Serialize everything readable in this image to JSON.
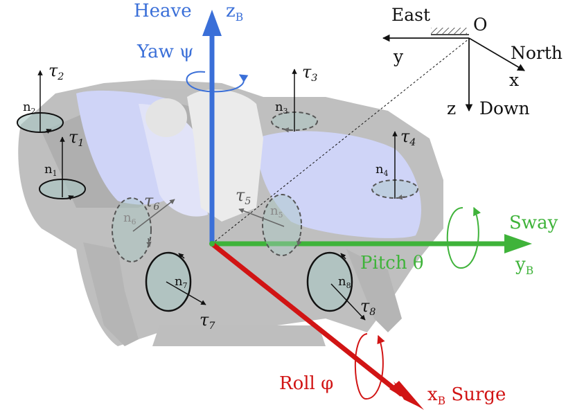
{
  "colors": {
    "heave": "#3a6fd8",
    "sway": "#3fb33a",
    "surge": "#d11414",
    "black": "#111111",
    "body_gray": "#9a9a9a",
    "pontoon_blue": "#a9b2f2",
    "thruster_fill": "#a9c7c3"
  },
  "axes": {
    "heave": {
      "label": "Heave",
      "axis": "z",
      "axis_sub": "B"
    },
    "yaw": {
      "label": "Yaw",
      "symbol": "ψ"
    },
    "sway": {
      "label": "Sway",
      "axis": "y",
      "axis_sub": "B"
    },
    "pitch": {
      "label": "Pitch",
      "symbol": "θ"
    },
    "surge": {
      "label": "Surge",
      "axis": "x",
      "axis_sub": "B"
    },
    "roll": {
      "label": "Roll",
      "symbol": "φ"
    }
  },
  "inertial_frame": {
    "origin": "O",
    "east": "East",
    "north": "North",
    "down": "Down",
    "x": "x",
    "y": "y",
    "z": "z"
  },
  "thrusters": [
    {
      "n": "n",
      "n_sub": "1",
      "tau": "τ",
      "tau_sub": "1"
    },
    {
      "n": "n",
      "n_sub": "2",
      "tau": "τ",
      "tau_sub": "2"
    },
    {
      "n": "n",
      "n_sub": "3",
      "tau": "τ",
      "tau_sub": "3"
    },
    {
      "n": "n",
      "n_sub": "4",
      "tau": "τ",
      "tau_sub": "4"
    },
    {
      "n": "n",
      "n_sub": "5",
      "tau": "τ",
      "tau_sub": "5"
    },
    {
      "n": "n",
      "n_sub": "6",
      "tau": "τ",
      "tau_sub": "6"
    },
    {
      "n": "n",
      "n_sub": "7",
      "tau": "τ",
      "tau_sub": "7"
    },
    {
      "n": "n",
      "n_sub": "8",
      "tau": "τ",
      "tau_sub": "8"
    }
  ]
}
